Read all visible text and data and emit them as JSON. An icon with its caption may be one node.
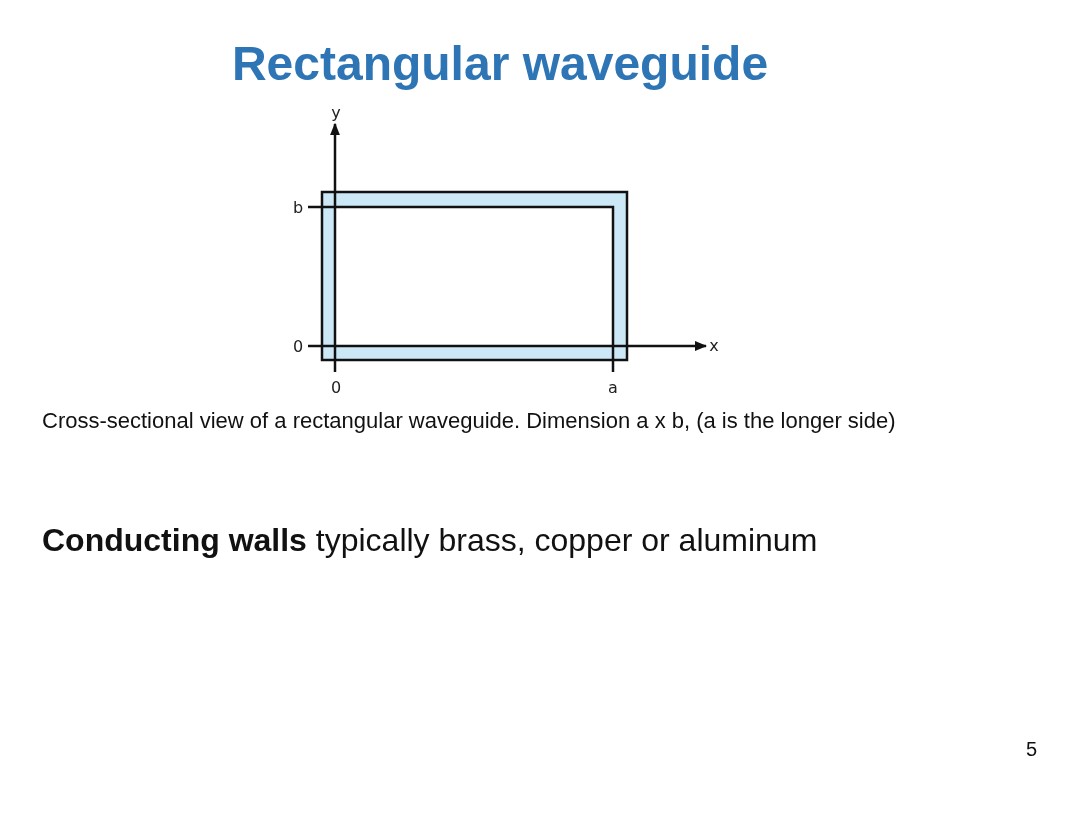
{
  "diagram": {
    "title": "Rectangular waveguide",
    "caption": "Cross-sectional view of a rectangular waveguide. Dimension a x b, (a is the longer side)",
    "labels": [
      "y",
      "b",
      "0",
      "x",
      "0",
      "a",
      "**Conducting walls** typically brass, copper or aluminum",
      "5"
    ]
  }
}
